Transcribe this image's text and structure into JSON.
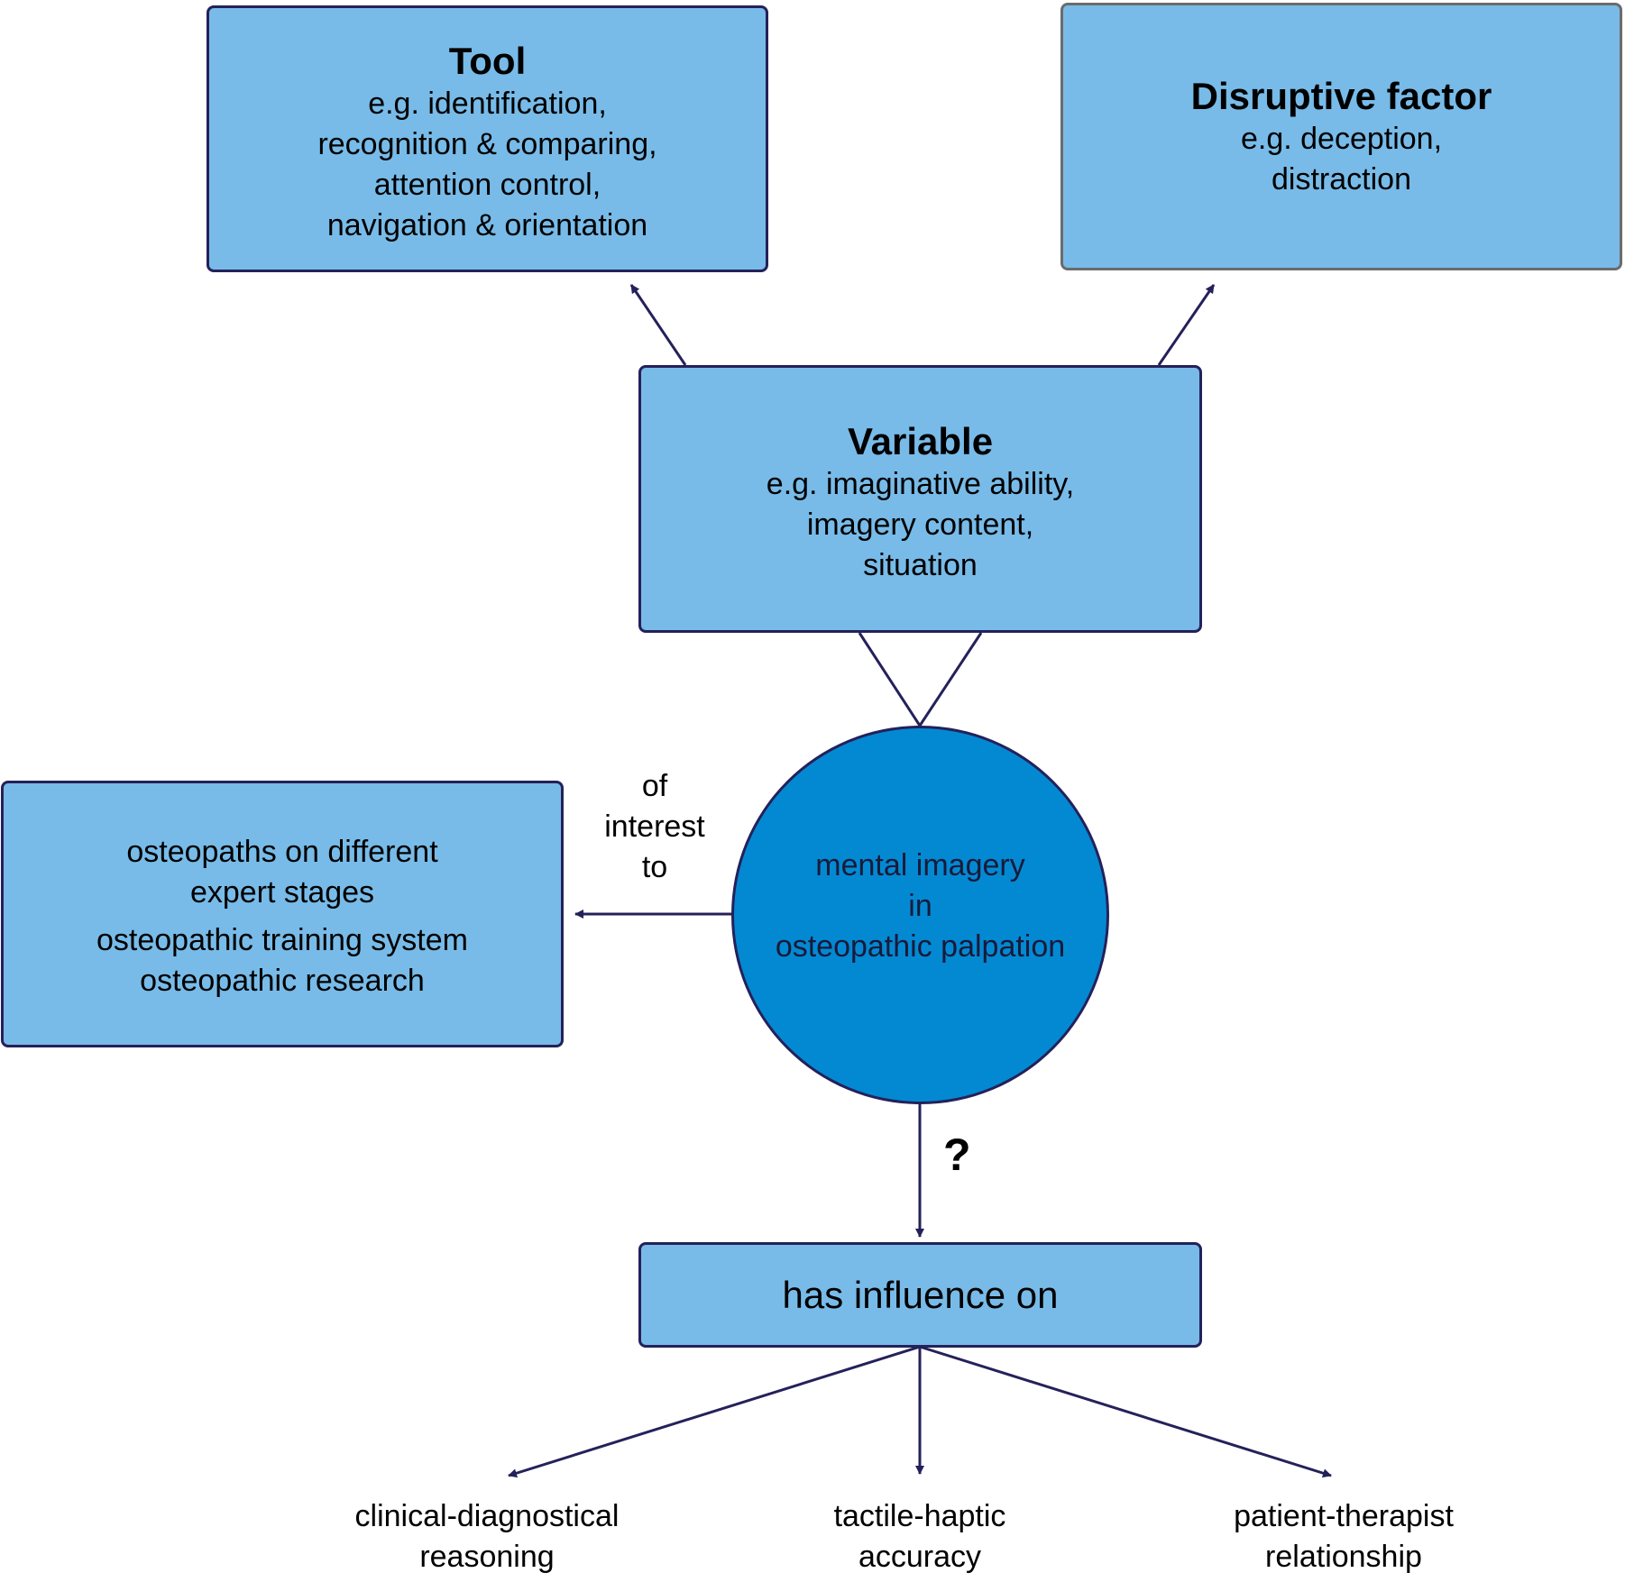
{
  "diagram": {
    "tool": {
      "title": "Tool",
      "lines": [
        "e.g. identification,",
        "recognition & comparing,",
        "attention control,",
        "navigation & orientation"
      ]
    },
    "disruptive": {
      "title": "Disruptive factor",
      "lines": [
        "e.g. deception,",
        "distraction"
      ]
    },
    "variable": {
      "title": "Variable",
      "lines": [
        "e.g. imaginative ability,",
        "imagery content,",
        "situation"
      ]
    },
    "center": {
      "lines": [
        "mental imagery",
        "in",
        "osteopathic palpation"
      ]
    },
    "interest_label": {
      "lines": [
        "of",
        "interest",
        "to"
      ]
    },
    "stakeholders": {
      "lines": [
        "osteopaths on different",
        "expert stages",
        "osteopathic training system",
        "osteopathic research"
      ]
    },
    "question_mark": "?",
    "influence": {
      "label": "has influence on"
    },
    "outcomes": [
      {
        "lines": [
          "clinical-diagnostical",
          "reasoning"
        ]
      },
      {
        "lines": [
          "tactile-haptic",
          "accuracy"
        ]
      },
      {
        "lines": [
          "patient-therapist",
          "relationship"
        ]
      }
    ],
    "colors": {
      "box_fill": "#78bbe8",
      "circle_fill": "#0389d2",
      "stroke": "#24215a",
      "grey_border": "#6b6b6b"
    }
  }
}
